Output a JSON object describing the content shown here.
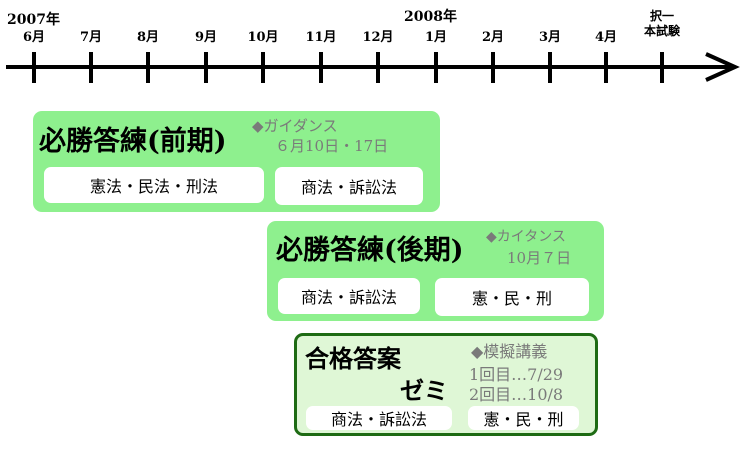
{
  "timeline": {
    "year_start": "2007年",
    "year_mid": "2008年",
    "months": [
      "6月",
      "7月",
      "8月",
      "9月",
      "10月",
      "11月",
      "12月",
      "1月",
      "2月",
      "3月",
      "4月"
    ],
    "final_exam": [
      "択一",
      "本試験"
    ]
  },
  "course1": {
    "title": "必勝答練(前期)",
    "guidance_label": "◆ガイダンス",
    "guidance_dates": "６月10日・17日",
    "subjects_a": "憲法・民法・刑法",
    "subjects_b": "商法・訴訟法"
  },
  "course2": {
    "title": "必勝答練(後期)",
    "guidance_label": "◆カイタンス",
    "guidance_date": "10月７日",
    "subjects_a": "商法・訴訟法",
    "subjects_b": "憲・民・刑"
  },
  "course3": {
    "title_line1": "合格答案",
    "title_line2": "ゼミ",
    "mock_label": "◆模擬講義",
    "session1": "1回目…7/29",
    "session2": "2回目…10/8",
    "subjects_a": "商法・訴訟法",
    "subjects_b": "憲・民・刑"
  },
  "colors": {
    "panel_green": "#8ef08e",
    "panel3_fill": "#dff7d6",
    "panel3_border": "#1e6b14",
    "guidance_gray": "#7a7a7a"
  }
}
